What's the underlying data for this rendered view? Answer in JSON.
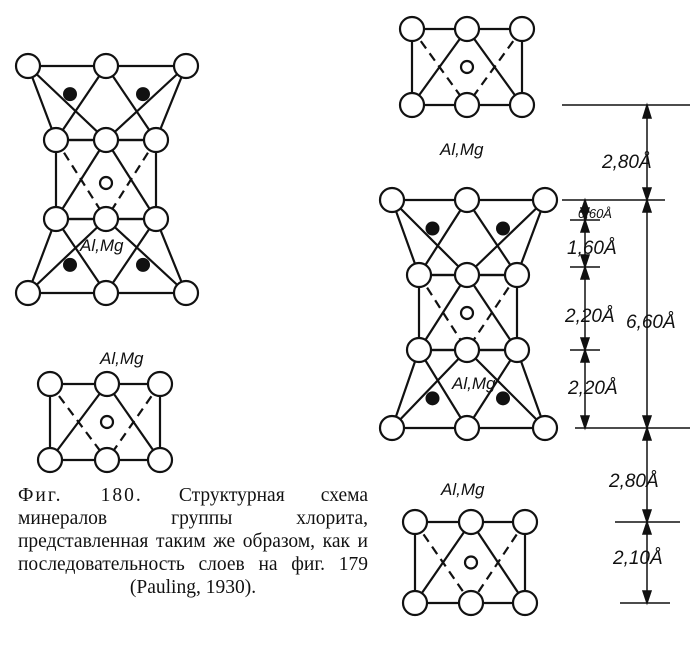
{
  "figure": {
    "label": "Фиг. 180.",
    "caption_text": "Структурная схема минералов группы хлорита, представленная таким же образом, как и последовательность слоев на фиг. 179 (Pauling, 1930)."
  },
  "labels": {
    "al_mg": "Al,Mg"
  },
  "dimensions": {
    "d1": "2,80Å",
    "d2": "0,60Å",
    "d3": "1,60Å",
    "d4": "2,20Å",
    "d5": "6,60Å",
    "d6": "2,20Å",
    "d7": "2,80Å",
    "d8": "2,10Å"
  }
}
